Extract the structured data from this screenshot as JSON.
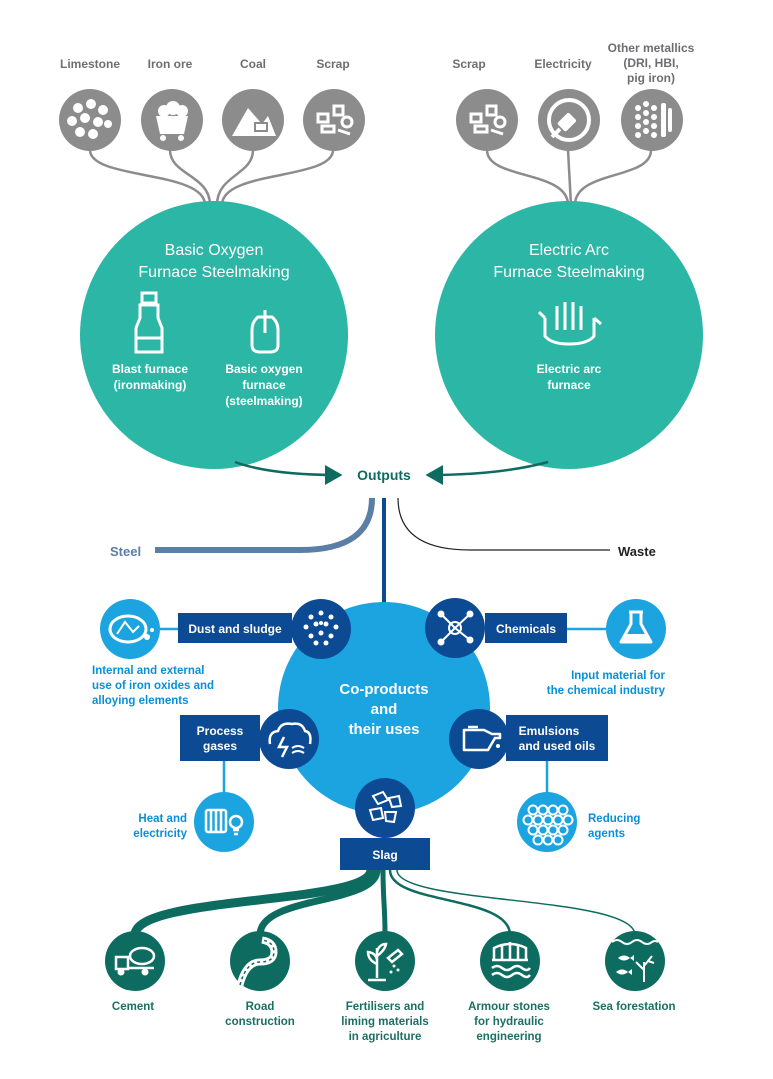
{
  "inputs": {
    "bof": [
      "Limestone",
      "Iron ore",
      "Coal",
      "Scrap"
    ],
    "eaf": [
      "Scrap",
      "Electricity"
    ],
    "eaf_other": [
      "Other metallics",
      "(DRI, HBI,",
      "pig iron)"
    ]
  },
  "bof_circle": {
    "title": [
      "Basic Oxygen",
      "Furnace Steelmaking"
    ],
    "left_label": [
      "Blast furnace",
      "(ironmaking)"
    ],
    "right_label": [
      "Basic oxygen",
      "furnace",
      "(steelmaking)"
    ]
  },
  "eaf_circle": {
    "title": [
      "Electric Arc",
      "Furnace Steelmaking"
    ],
    "label": [
      "Electric arc",
      "furnace"
    ]
  },
  "flow": {
    "outputs": "Outputs",
    "steel": "Steel",
    "waste": "Waste"
  },
  "coproducts": {
    "center": [
      "Co-products",
      "and",
      "their uses"
    ],
    "dust_box": "Dust and sludge",
    "dust_use": [
      "Internal and external",
      "use of  iron oxides and",
      "alloying elements"
    ],
    "chem_box": "Chemicals",
    "chem_use": [
      "Input material for",
      "the chemical industry"
    ],
    "gas_box": [
      "Process",
      "gases"
    ],
    "gas_use": [
      "Heat and",
      "electricity"
    ],
    "oil_box": [
      "Emulsions",
      "and used oils"
    ],
    "oil_use": [
      "Reducing",
      "agents"
    ],
    "slag_box": "Slag"
  },
  "slag_uses": [
    [
      "Cement"
    ],
    [
      "Road",
      "construction"
    ],
    [
      "Fertilisers and",
      "liming materials",
      "in agriculture"
    ],
    [
      "Armour stones",
      "for hydraulic",
      "engineering"
    ],
    [
      "Sea forestation"
    ]
  ],
  "colors": {
    "teal": "#2bb6a6",
    "grey_icon": "#8c8c8c",
    "navy": "#0d4a94",
    "light_blue": "#1ba4e0",
    "dark_teal": "#0e6b5f",
    "steel": "#5a7fa5"
  }
}
